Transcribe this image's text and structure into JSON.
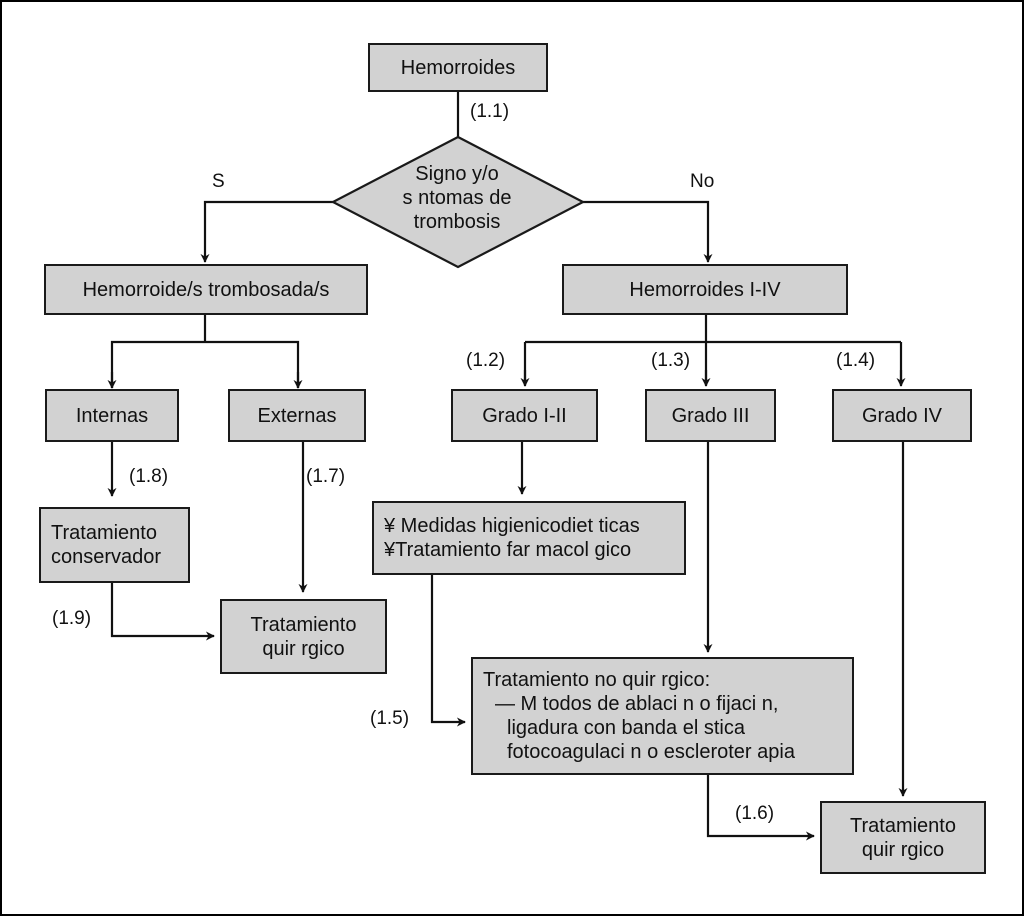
{
  "nodes": {
    "hemorroides": "Hemorroides",
    "decision": [
      "Signo y/o",
      "s ntomas de",
      "trombosis"
    ],
    "trombosadas": "Hemorroide/s trombosada/s",
    "hemorroides_i_iv": "Hemorroides I-IV",
    "internas": "Internas",
    "externas": "Externas",
    "grado_i_ii": "Grado I-II",
    "grado_iii": "Grado III",
    "grado_iv": "Grado IV",
    "conservador": [
      "Tratamiento",
      "conservador"
    ],
    "quirurgico_left": [
      "Tratamiento",
      "quir rgico"
    ],
    "medidas": [
      "¥ Medidas higienicodiet ticas",
      "¥Tratamiento far macol gico"
    ],
    "no_quirurgico": [
      "Tratamiento no quir rgico:",
      "— M todos de ablaci n o fijaci n,",
      "ligadura con banda el stica",
      "fotocoagulaci n o escleroter apia"
    ],
    "quirurgico_right": [
      "Tratamiento",
      "quir rgico"
    ]
  },
  "branch_labels": {
    "si": "S",
    "no": "No"
  },
  "step_labels": {
    "s1_1": "(1.1)",
    "s1_2": "(1.2)",
    "s1_3": "(1.3)",
    "s1_4": "(1.4)",
    "s1_5": "(1.5)",
    "s1_6": "(1.6)",
    "s1_7": "(1.7)",
    "s1_8": "(1.8)",
    "s1_9": "(1.9)"
  }
}
